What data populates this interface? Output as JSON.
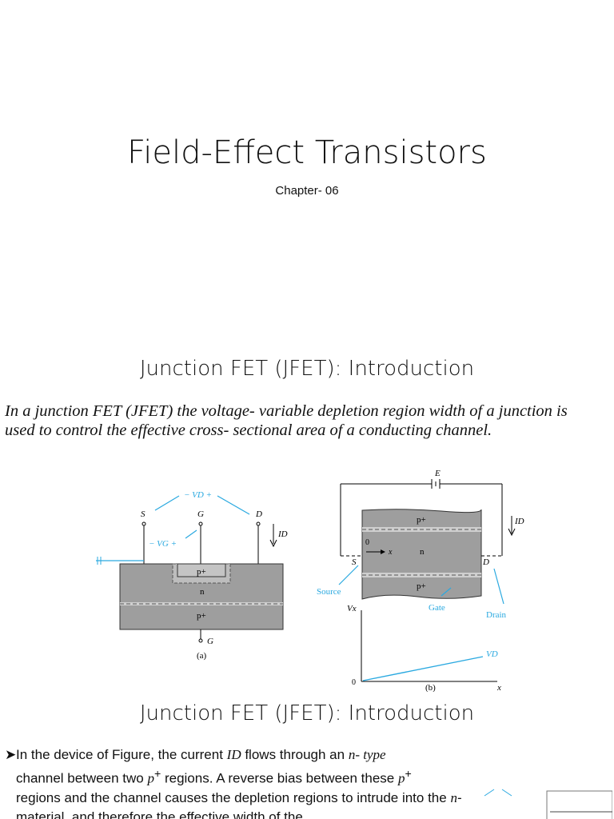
{
  "slide1": {
    "title": "Field-Effect Transistors",
    "subtitle": "Chapter- 06"
  },
  "slide2": {
    "title": "Junction FET (JFET): Introduction",
    "intro": "In a junction FET (JFET) the  voltage-  variable depletion region width of a junction is used to control the effective  cross-  sectional area of a conducting channel.",
    "fig_a": {
      "vd": "− VD +",
      "vg": "− VG +",
      "s": "S",
      "g_top": "G",
      "d": "D",
      "id": "ID",
      "p_top": "p+",
      "n": "n",
      "p_bottom": "p+",
      "g_bottom": "G",
      "caption": "(a)"
    },
    "fig_b": {
      "e": "E",
      "id": "ID",
      "p_top": "p+",
      "zero_top": "0",
      "x_top": "x",
      "n": "n",
      "s": "S",
      "d": "D",
      "p_bottom": "p+",
      "source": "Source",
      "gate": "Gate",
      "drain": "Drain",
      "vx": "Vx",
      "vd": "VD",
      "zero": "0",
      "x_axis": "x",
      "caption": "(b)"
    }
  },
  "slide3": {
    "title": "Junction FET (JFET): Introduction",
    "bullet": {
      "p1": "In the device of Figure, the current ",
      "id": "ID",
      "p2": " flows through an ",
      "ntype": "n- type",
      "p3": " channel between two ",
      "p": "p",
      "p4": " regions. A reverse bias between these ",
      "p5": " regions and the channel causes the depletion regions to intrude into the ",
      "n": "n",
      "p6": "- material, and  therefore the effective width of the"
    }
  },
  "colors": {
    "accent": "#2aa9e0",
    "device_gray": "#9e9e9e",
    "text": "#111111"
  }
}
